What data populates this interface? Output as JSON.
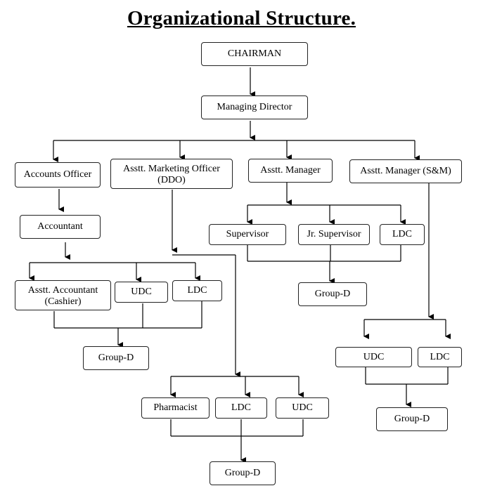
{
  "title": "Organizational Structure.",
  "nodes": {
    "chairman": "CHAIRMAN",
    "managing_director": "Managing Director",
    "accounts_officer": "Accounts Officer",
    "asstt_marketing_officer": "Asstt. Marketing Officer (DDO)",
    "asstt_manager": "Asstt. Manager",
    "asstt_manager_sm": "Asstt. Manager (S&M)",
    "accountant": "Accountant",
    "asstt_accountant": "Asstt. Accountant (Cashier)",
    "udc_accounts": "UDC",
    "ldc_accounts": "LDC",
    "group_d_accounts": "Group-D",
    "supervisor": "Supervisor",
    "jr_supervisor": "Jr. Supervisor",
    "ldc_manager": "LDC",
    "group_d_manager": "Group-D",
    "pharmacist": "Pharmacist",
    "ldc_marketing": "LDC",
    "udc_marketing": "UDC",
    "group_d_marketing": "Group-D",
    "udc_sm": "UDC",
    "ldc_sm": "LDC",
    "group_d_sm": "Group-D"
  }
}
